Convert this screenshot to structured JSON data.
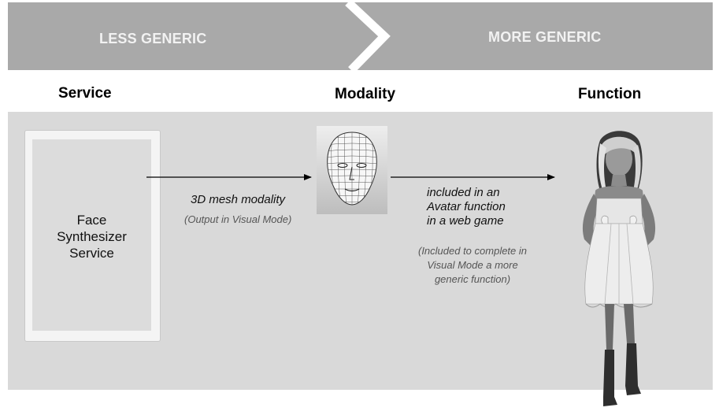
{
  "banner": {
    "left_label": "LESS GENERIC",
    "right_label": "MORE GENERIC",
    "color": "#a9a9a9"
  },
  "headings": {
    "service": "Service",
    "modality": "Modality",
    "function": "Function"
  },
  "service_box": {
    "lines": [
      "Face",
      "Synthesizer",
      "Service"
    ]
  },
  "arrow1": {
    "label": "3D mesh modality",
    "note": "(Output in Visual Mode)"
  },
  "arrow2": {
    "label_lines": [
      "included in an",
      "Avatar function",
      "in a web game"
    ],
    "note_lines": [
      "(Included to complete in",
      "Visual Mode a more",
      "generic function)"
    ]
  },
  "images": {
    "modality": "3d-wireframe-head",
    "function": "female-avatar-figure"
  },
  "colors": {
    "panel": "#d9d9d9",
    "banner_text": "#f2f2f2"
  }
}
